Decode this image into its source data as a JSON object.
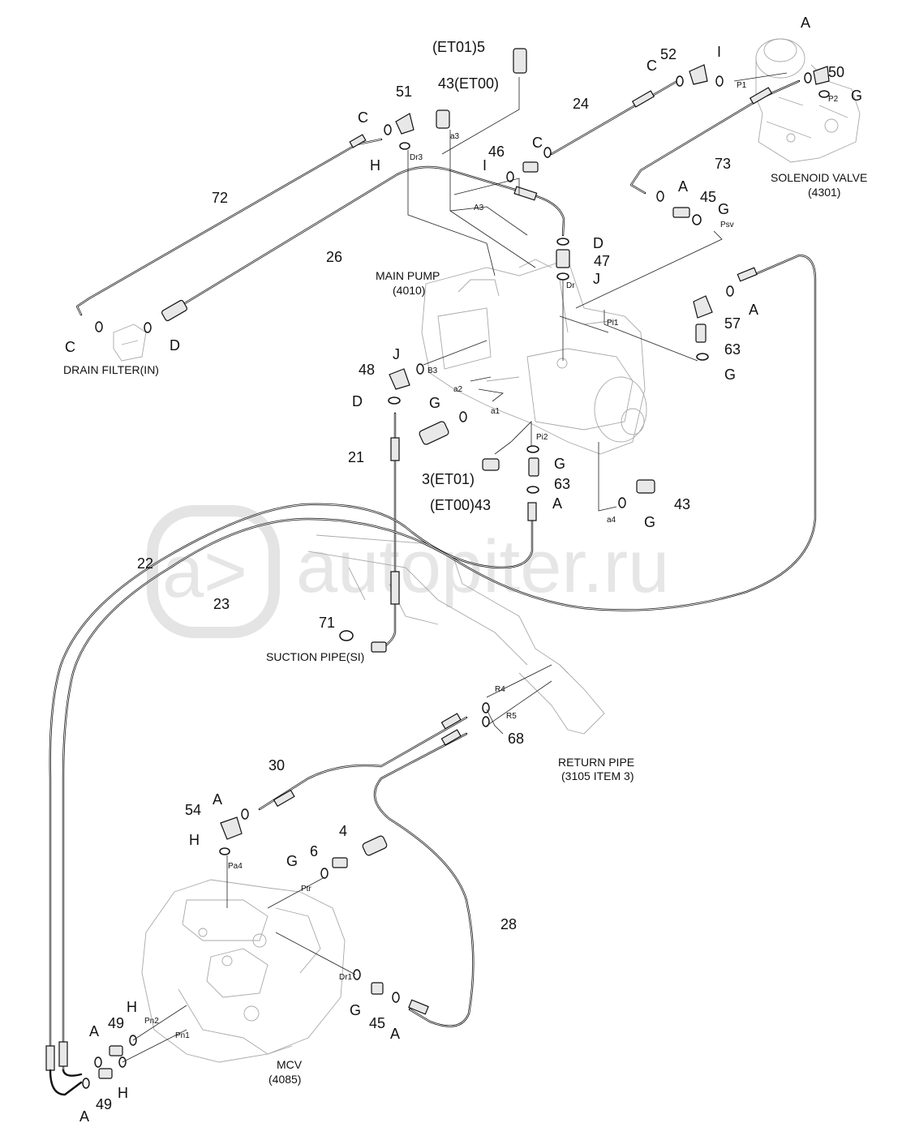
{
  "watermark": {
    "text": "autopiter.ru",
    "logo_glyph": "a>"
  },
  "components": {
    "main_pump": [
      "MAIN PUMP",
      "(4010)"
    ],
    "solenoid_valve": [
      "SOLENOID VALVE",
      "(4301)"
    ],
    "drain_filter": [
      "DRAIN FILTER(IN)"
    ],
    "suction_pipe": [
      "SUCTION PIPE(SI)"
    ],
    "return_pipe": [
      "RETURN PIPE",
      "(3105 ITEM 3)"
    ],
    "mcv": [
      "MCV",
      "(4085)"
    ]
  },
  "callouts": {
    "c_et01_5": "(ET01)5",
    "c_43_et00": "43(ET00)",
    "c_51": "51",
    "c_52": "52",
    "c_50": "50",
    "c_24": "24",
    "c_73": "73",
    "c_46": "46",
    "c_72": "72",
    "c_26": "26",
    "c_45_top": "45",
    "c_47": "47",
    "c_57": "57",
    "c_63_right": "63",
    "c_48": "48",
    "c_21": "21",
    "c_3_et01": "3(ET01)",
    "c_et00_43": "(ET00)43",
    "c_63_mid": "63",
    "c_43_right": "43",
    "c_22": "22",
    "c_23": "23",
    "c_71": "71",
    "c_68": "68",
    "c_30": "30",
    "c_54": "54",
    "c_4": "4",
    "c_6": "6",
    "c_28": "28",
    "c_45_bottom": "45",
    "c_49_top": "49",
    "c_49_bottom": "49"
  },
  "letters": {
    "A_top": "A",
    "I_top": "I",
    "G_top": "G",
    "C_52": "C",
    "C_24": "C",
    "C_51": "C",
    "H_dr3": "H",
    "I_46": "I",
    "A_73": "A",
    "G_45": "G",
    "D_47": "D",
    "J_47": "J",
    "A_57": "A",
    "G_63": "G",
    "C_df": "C",
    "D_df": "D",
    "J_48": "J",
    "D_48": "D",
    "G_3": "G",
    "G_pi2": "G",
    "A_63": "A",
    "G_43": "G",
    "A_54": "A",
    "H_54": "H",
    "G_6": "G",
    "G_45b": "G",
    "A_45b": "A",
    "A_49": "A",
    "H_49": "H",
    "H_49b": "H",
    "A_bottom": "A"
  },
  "ports": {
    "P1": "P1",
    "P2": "P2",
    "Psv": "Psv",
    "Dr3": "Dr3",
    "a3": "a3",
    "A3": "A3",
    "Dr": "Dr",
    "Pi1": "Pi1",
    "B3": "B3",
    "a2": "a2",
    "a1": "a1",
    "Pi2": "Pi2",
    "a4": "a4",
    "R4": "R4",
    "R5": "R5",
    "Pa4": "Pa4",
    "Ptr": "Ptr",
    "Dr1": "Dr1",
    "Pn2": "Pn2",
    "Pn1": "Pn1"
  }
}
